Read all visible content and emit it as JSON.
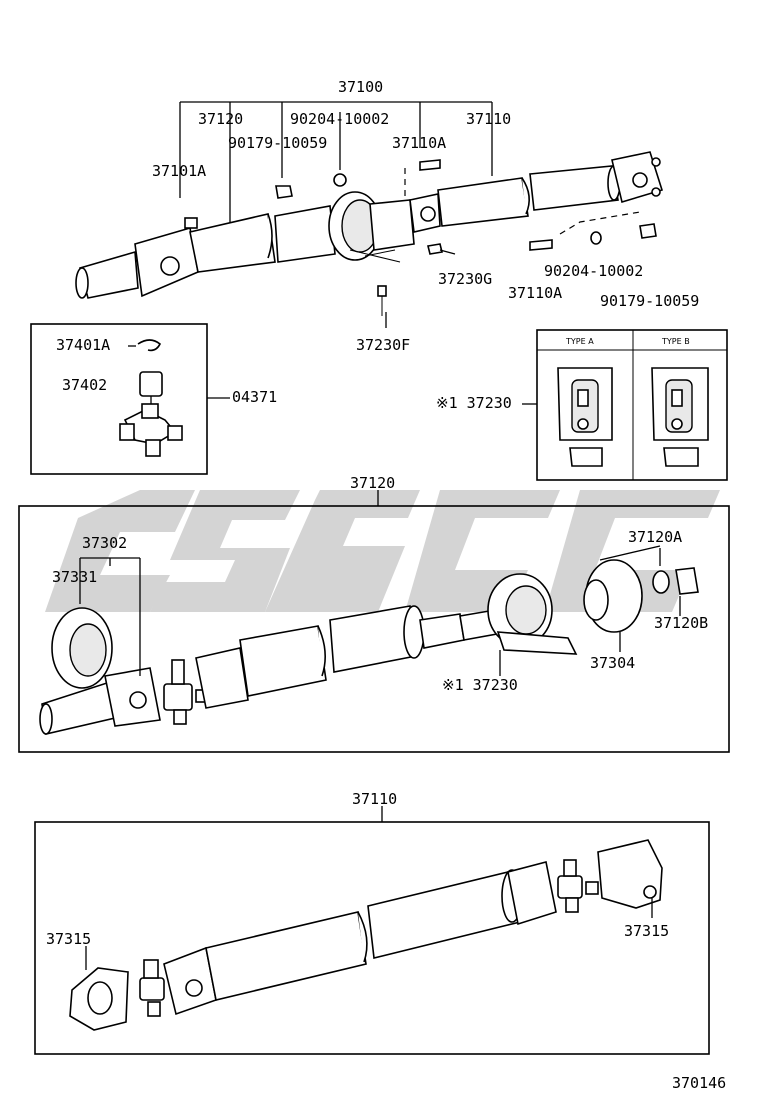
{
  "diagram": {
    "labels": {
      "assembly": "37100",
      "front_shaft": "37120",
      "bolt_upper": "90204-10002",
      "rear_shaft": "37110",
      "nut_upper": "90179-10059",
      "bolt_rear_upper": "37110A",
      "grease_fitting": "37101A",
      "washer": "37230G",
      "bolt_lower": "90204-10002",
      "nut_lower": "90179-10059",
      "bolt_rear_lower": "37110A",
      "bracket_bolt": "37230F",
      "snap_ring": "37401A",
      "bearing_cup": "37402",
      "spider_kit": "04371",
      "center_bearing": "※1 37230",
      "front_section_title": "37120",
      "yoke_set": "37302",
      "seal": "37331",
      "flange_washer": "37120A",
      "flange_nut": "37120B",
      "flange": "37304",
      "center_bearing_detail": "※1 37230",
      "rear_section_title": "37110",
      "flange_yoke_left": "37315",
      "flange_yoke_right": "37315",
      "figure_number": "370146"
    },
    "types": {
      "type_a": "TYPE A",
      "type_b": "TYPE B"
    }
  }
}
